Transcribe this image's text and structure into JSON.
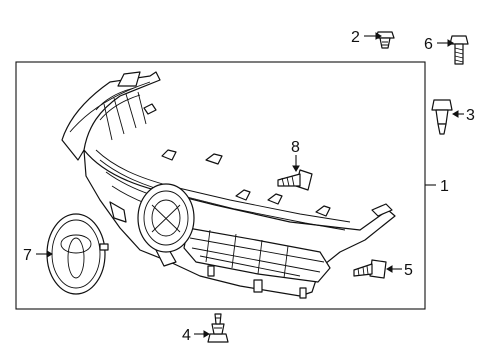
{
  "callouts": {
    "c1": "1",
    "c2": "2",
    "c3": "3",
    "c4": "4",
    "c5": "5",
    "c6": "6",
    "c7": "7",
    "c8": "8"
  },
  "colors": {
    "line": "#111111",
    "background": "#ffffff"
  },
  "parts": {
    "grille": "grille-assembly",
    "emblem": "toyota-emblem",
    "fasteners": [
      "clip",
      "screw",
      "bolt",
      "retainer"
    ]
  }
}
